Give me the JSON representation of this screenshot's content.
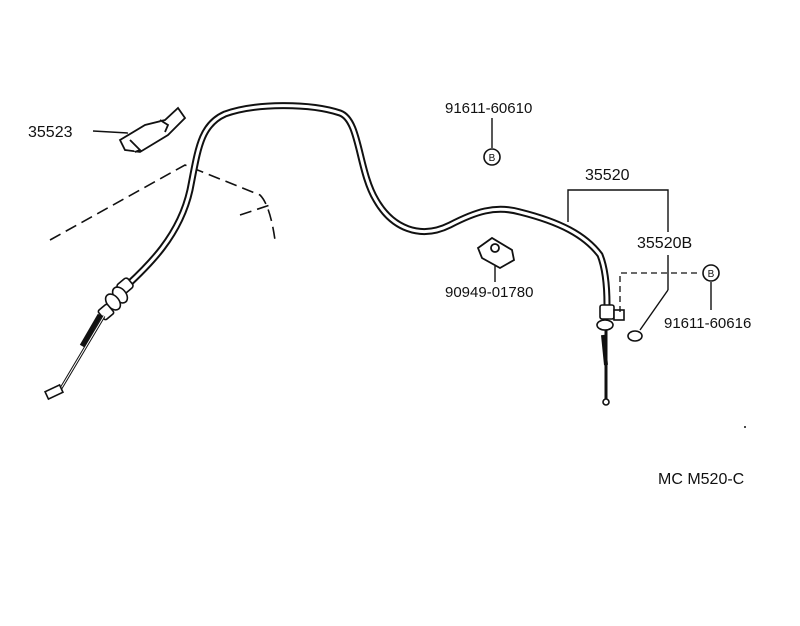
{
  "diagram": {
    "parts": {
      "p35523": "35523",
      "p91611_60610": "91611-60610",
      "p35520": "35520",
      "p35520B": "35520B",
      "p90949_01780": "90949-01780",
      "p91611_60616": "91611-60616"
    },
    "bolt_marker": "B",
    "figure_code": "MC M520-C"
  }
}
